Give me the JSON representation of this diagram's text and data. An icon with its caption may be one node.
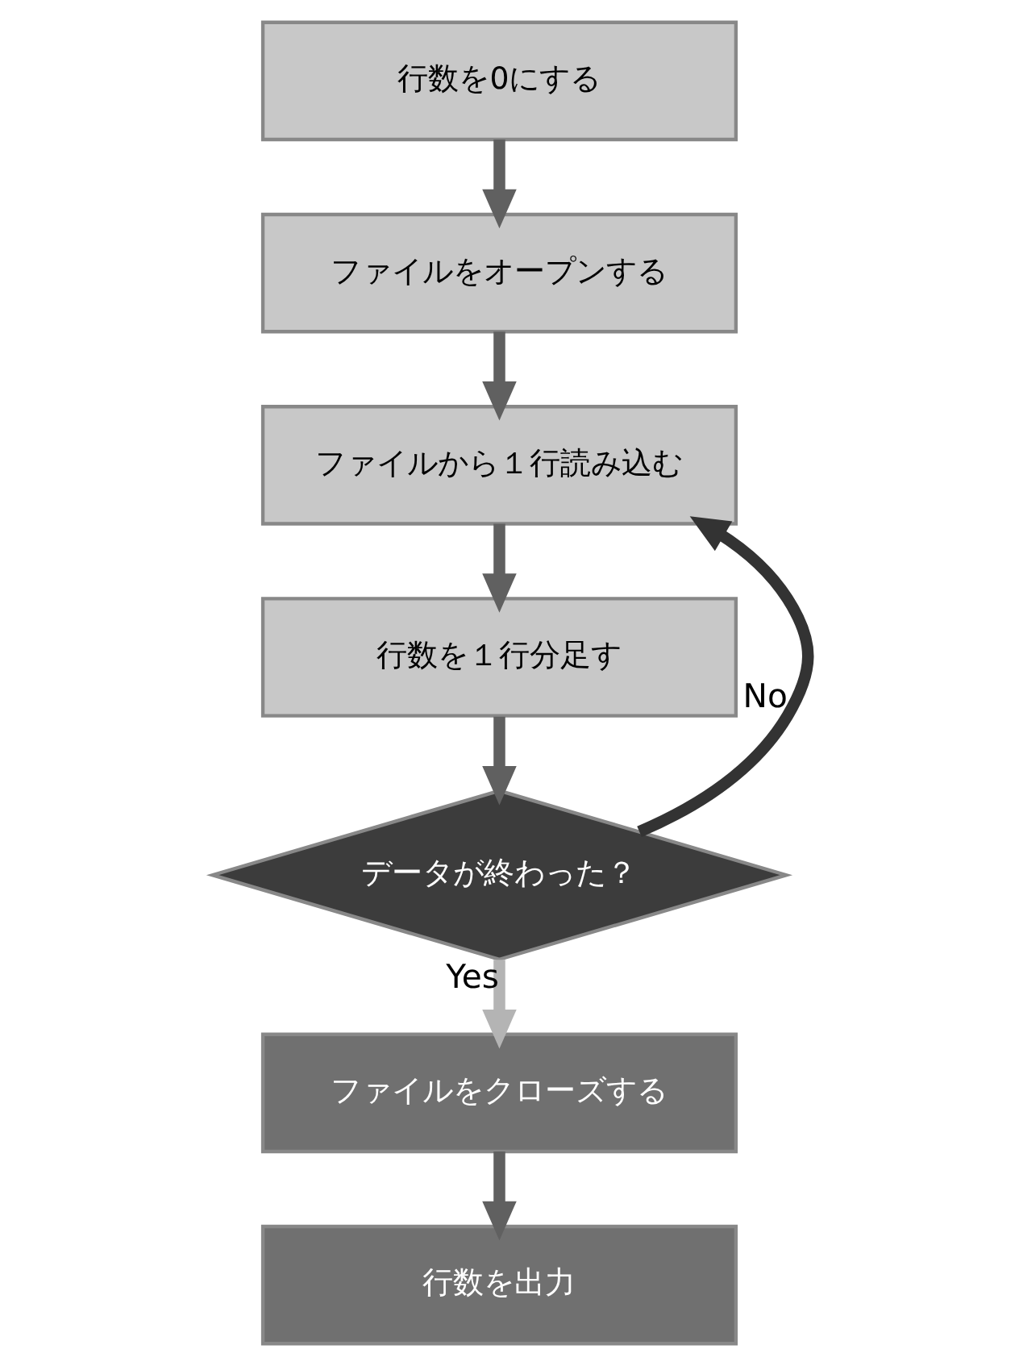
{
  "diagram": {
    "nodes": [
      {
        "text": [
          "行数を0にする"
        ]
      },
      {
        "text": [
          "ファイルをオープンする"
        ]
      },
      {
        "text": [
          "ファイルから１行読み込む"
        ]
      },
      {
        "text": [
          "行数を１行分足す"
        ]
      },
      {
        "text": [
          "データが終わった？"
        ]
      },
      {
        "text": [
          "ファイルをクローズする"
        ]
      },
      {
        "text": [
          "行数を出力"
        ]
      }
    ],
    "edges": [
      {
        "from": 0,
        "to": 1,
        "arrow": "to"
      },
      {
        "from": 1,
        "to": 2,
        "arrow": "to"
      },
      {
        "from": 2,
        "to": 3,
        "arrow": "to"
      },
      {
        "from": 3,
        "to": 4,
        "arrow": "to"
      },
      {
        "from": 4,
        "to": 2,
        "arrow": "to",
        "label": "No",
        "color": "#333333"
      },
      {
        "from": 4,
        "to": 5,
        "arrow": "to",
        "label": "Yes",
        "color": "#b4b4b4"
      },
      {
        "from": 5,
        "to": 6,
        "arrow": "to"
      }
    ]
  }
}
